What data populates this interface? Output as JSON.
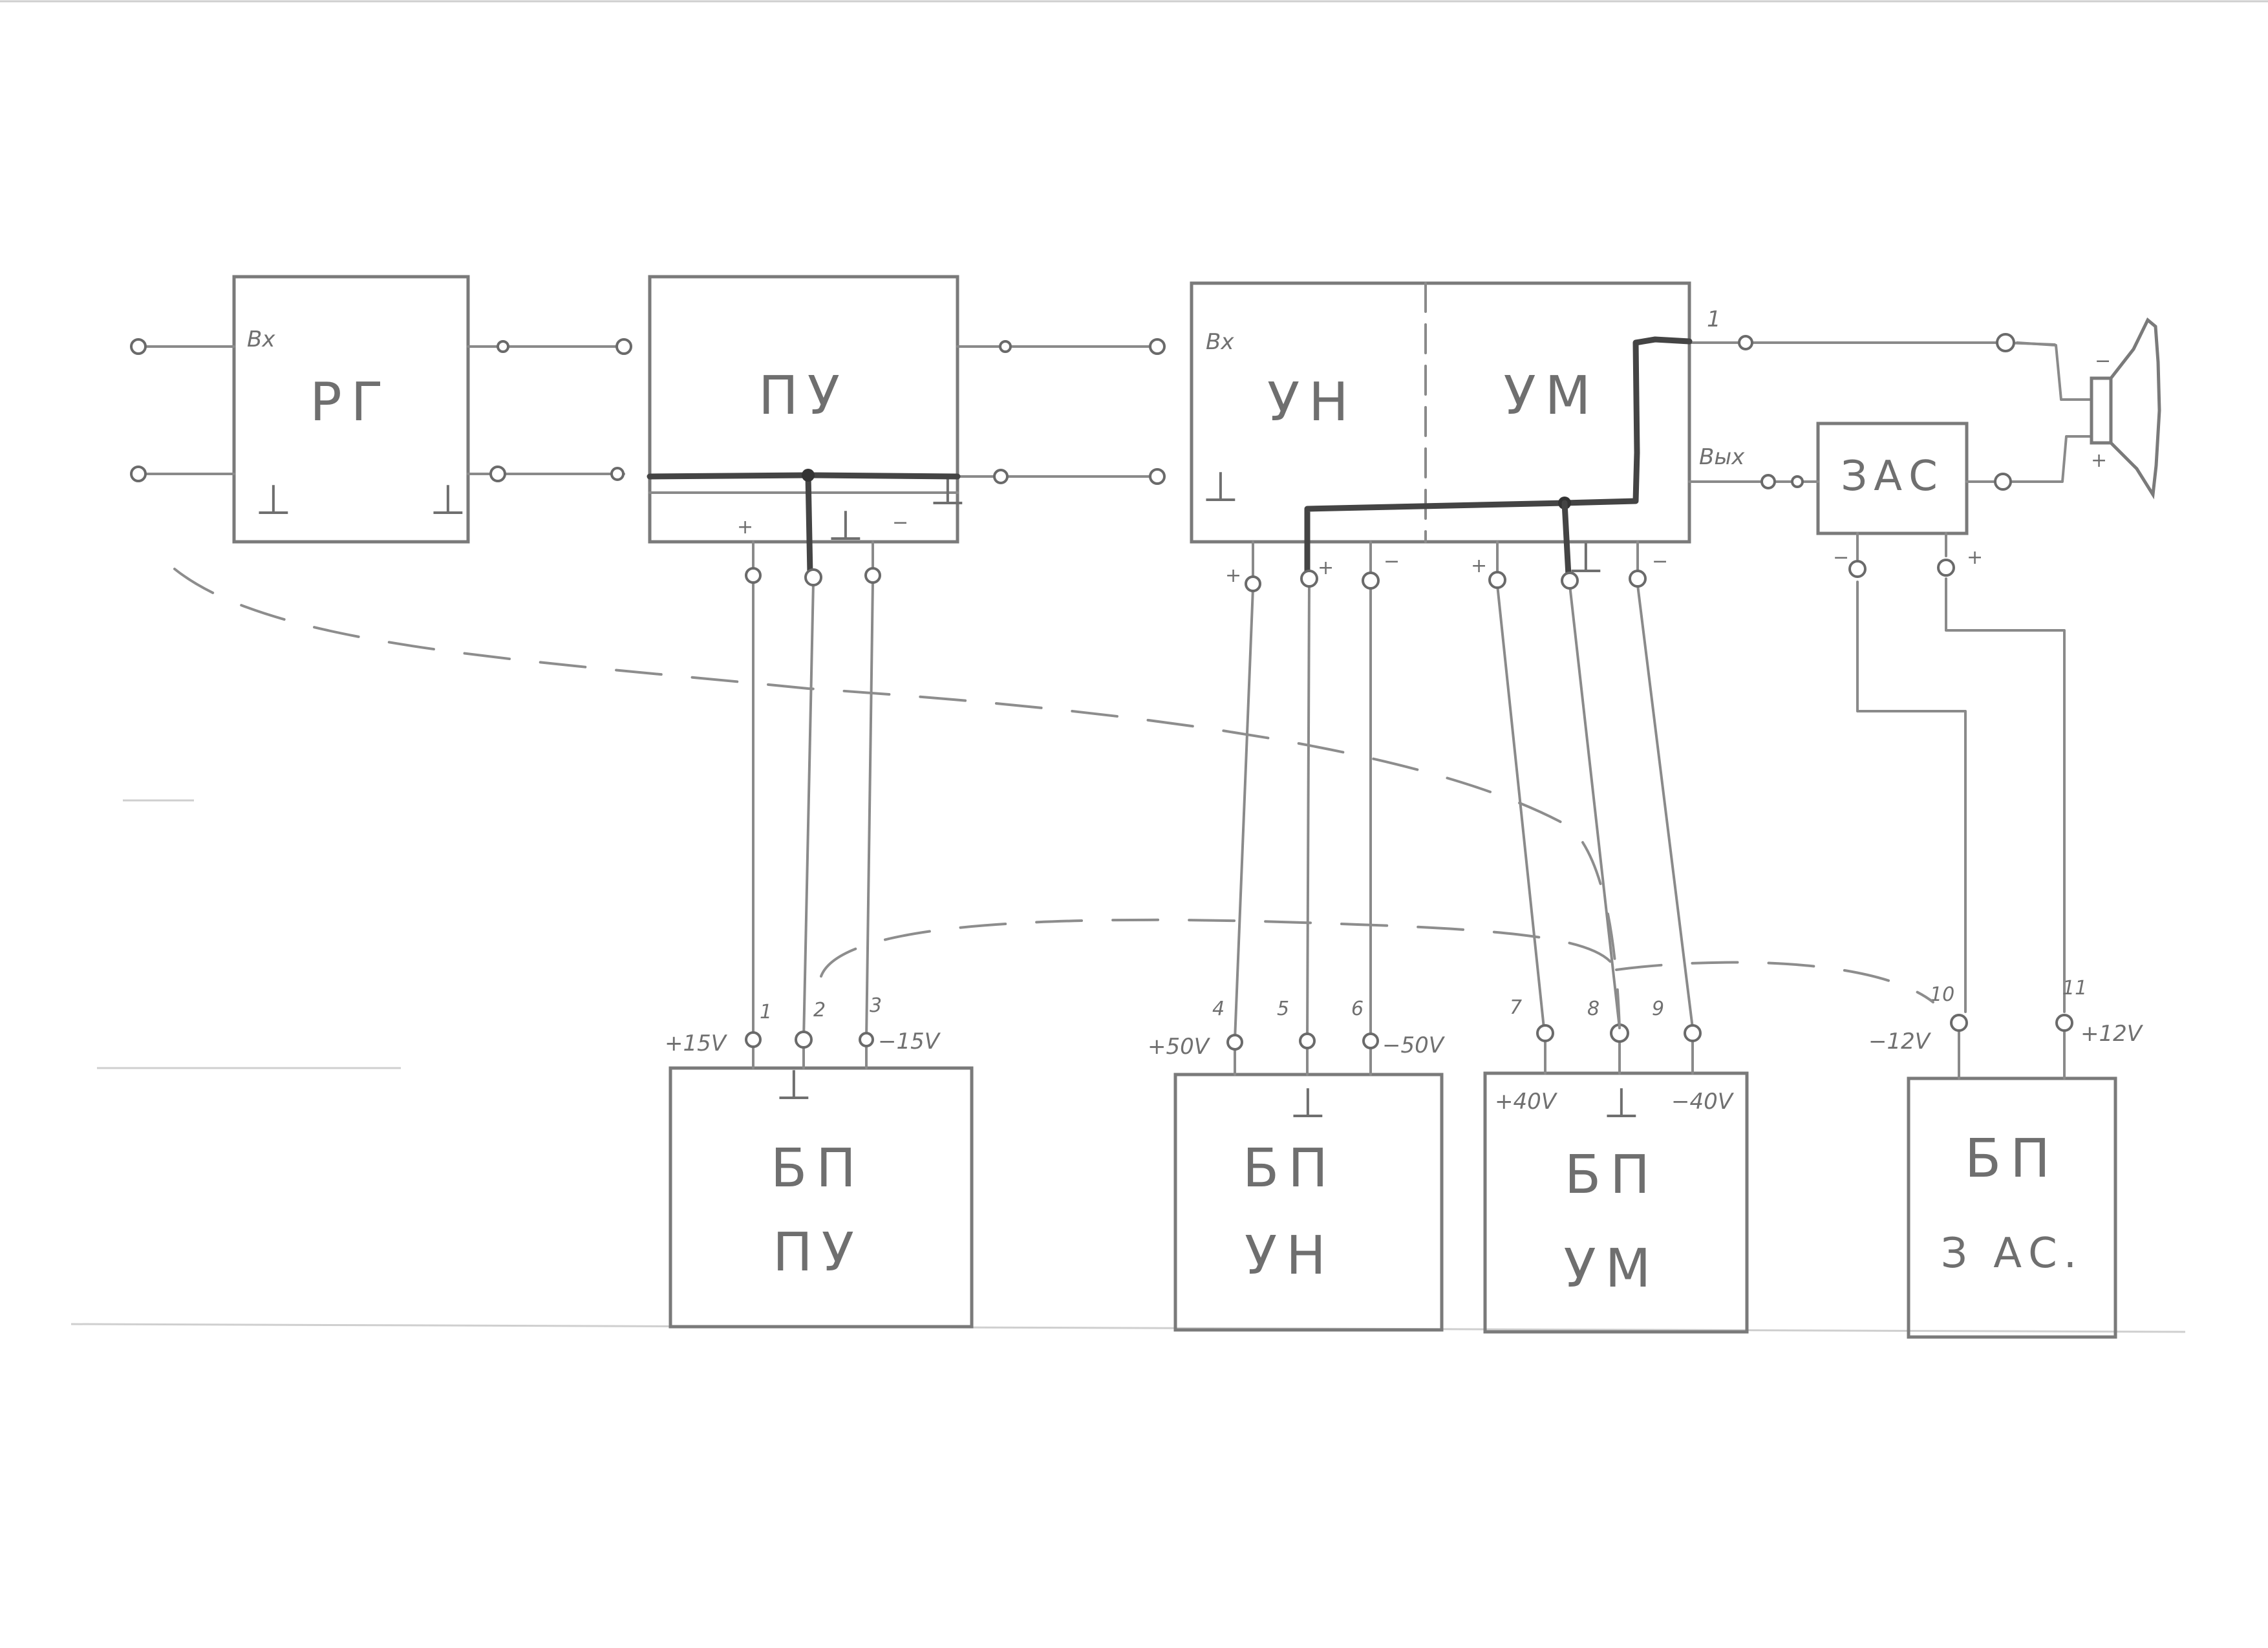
{
  "blocks": {
    "rg": "РГ",
    "pu": "ПУ",
    "un": "УН",
    "um": "УМ",
    "zas": "ЗАС",
    "bp_pu": [
      "БП",
      "ПУ"
    ],
    "bp_un": [
      "БП",
      "УН"
    ],
    "bp_um": [
      "БП",
      "УМ"
    ],
    "bp_zas": [
      "БП",
      "З АС."
    ]
  },
  "labels": {
    "input": "Вх",
    "output": "Вых",
    "ground": "⊥",
    "plus": "+",
    "minus": "−",
    "one": "1"
  },
  "supply_pins": {
    "p1": "1",
    "p2": "2",
    "p3": "3",
    "p4": "4",
    "p5": "5",
    "p6": "6",
    "p7": "7",
    "p8": "8",
    "p9": "9",
    "p10": "10",
    "p11": "11"
  },
  "voltages": {
    "plus15": "+15V",
    "minus15": "−15V",
    "plus50": "+50V",
    "minus50": "−50V",
    "plus40": "+40V",
    "minus40": "−40V",
    "minus12": "−12V",
    "plus12": "+12V"
  }
}
